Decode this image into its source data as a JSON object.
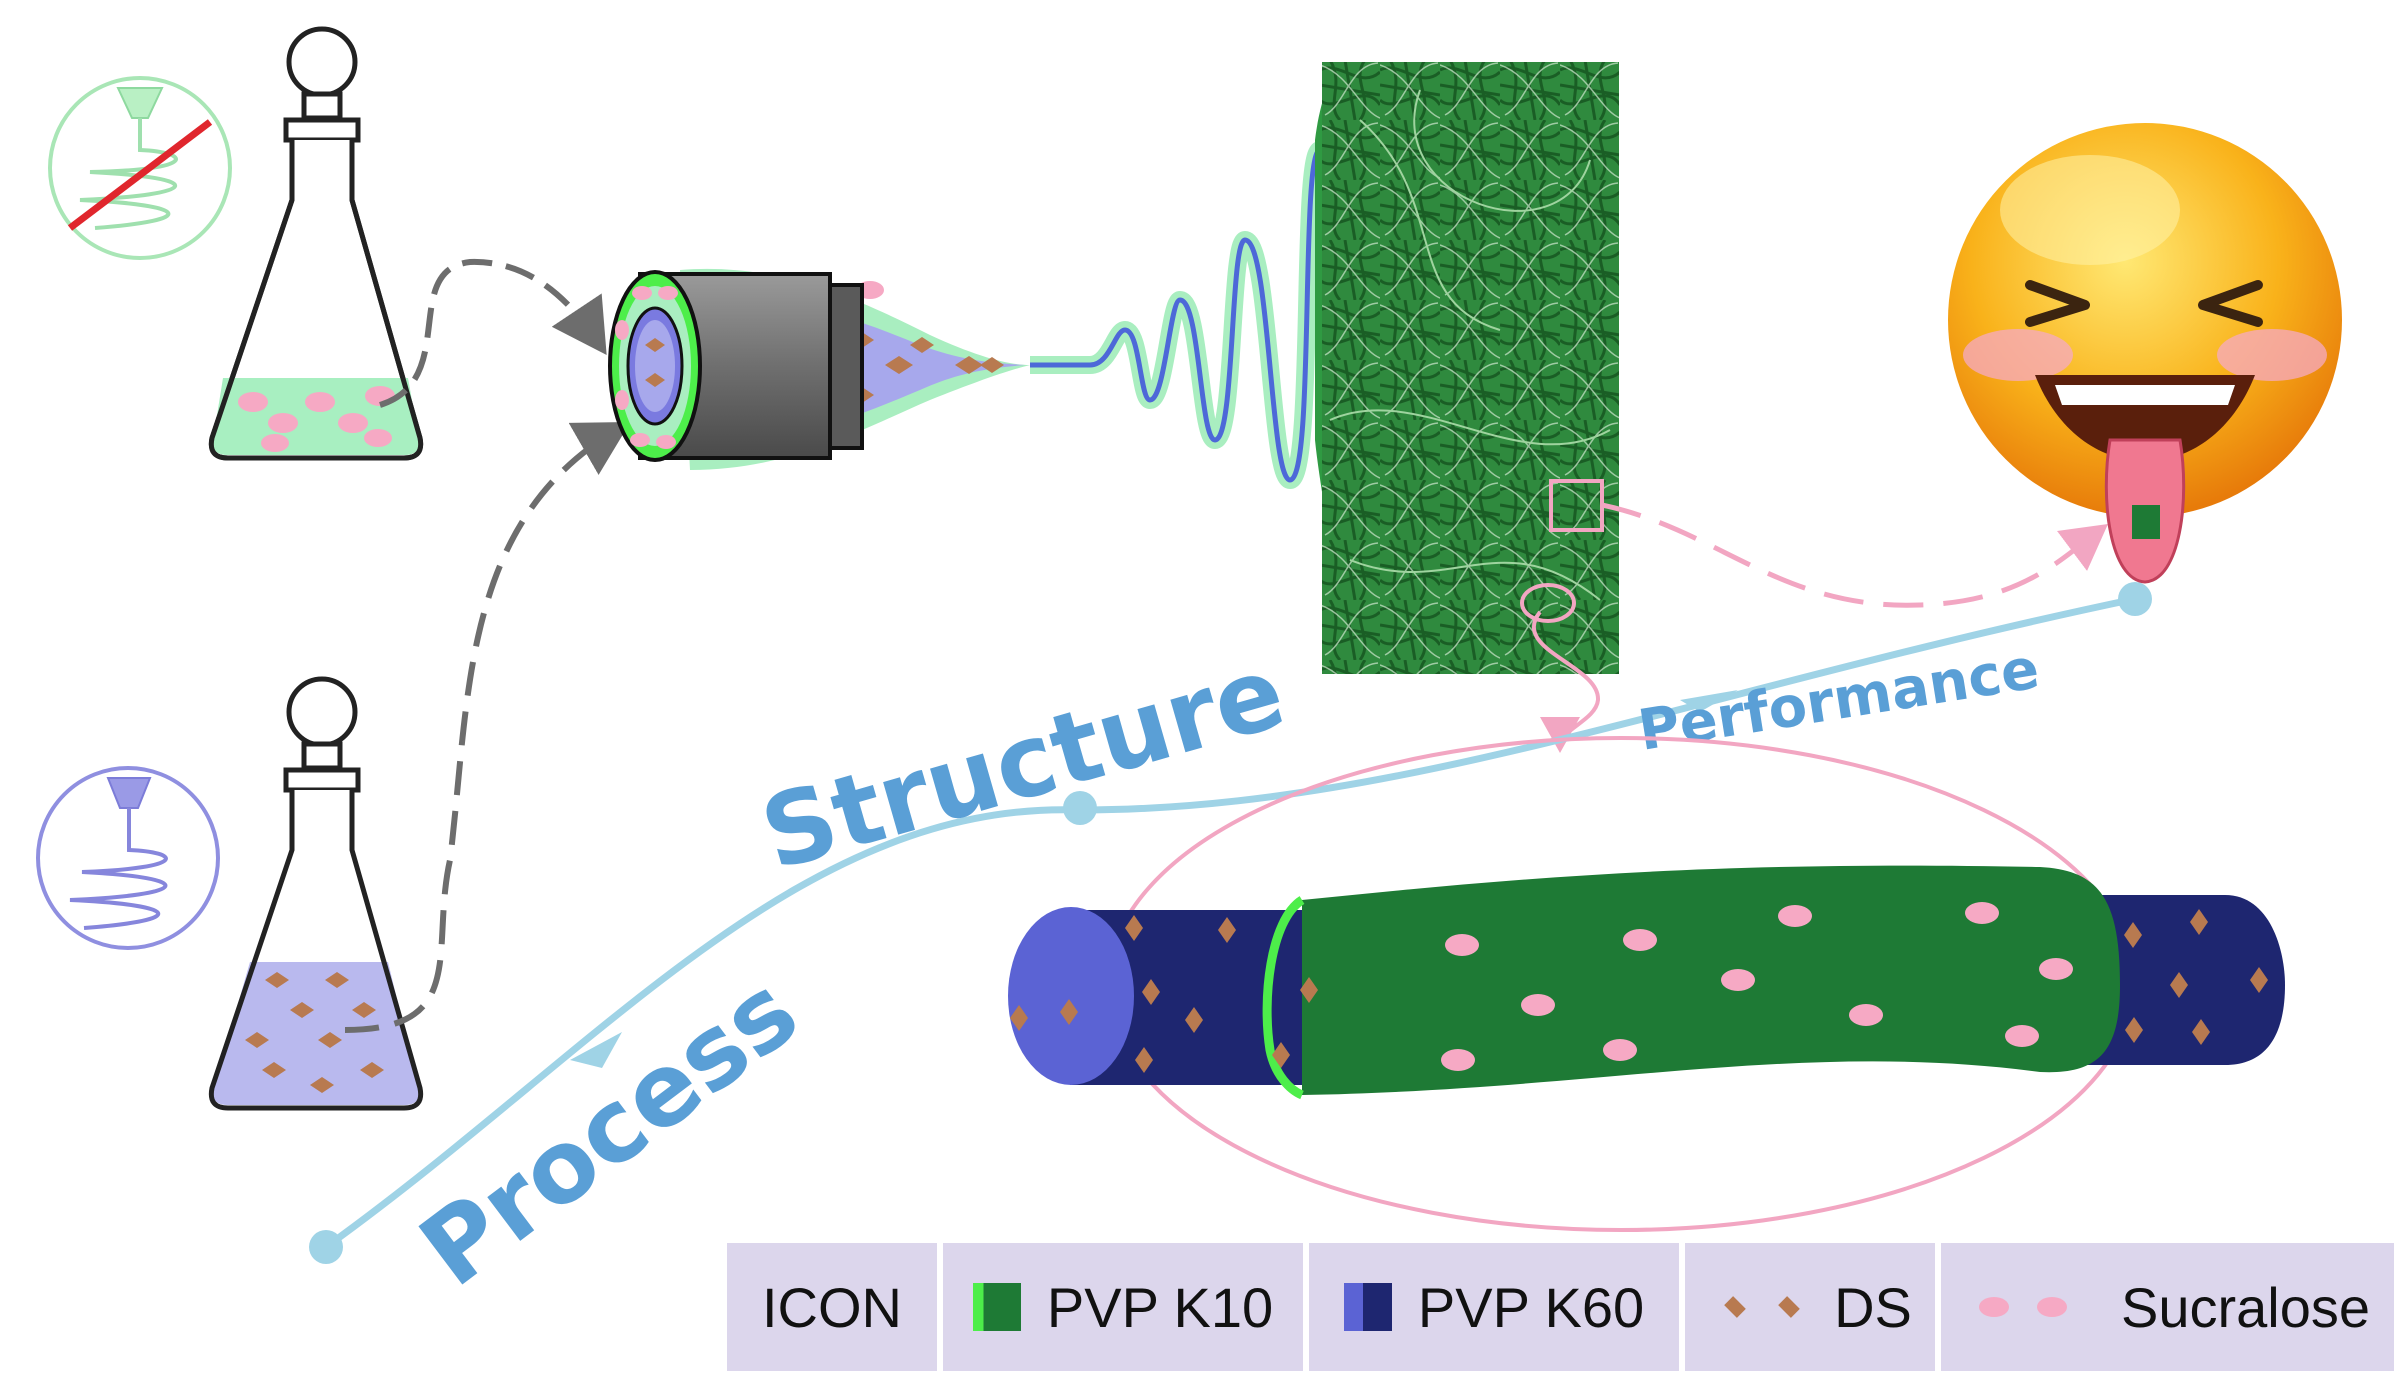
{
  "flow": {
    "process": "Process",
    "structure": "Structure",
    "performance": "Performance"
  },
  "legend": {
    "icon": "ICON",
    "pvp_k10": "PVP K10",
    "pvp_k60": "PVP K60",
    "ds": "DS",
    "sucralose": "Sucralose"
  },
  "colors": {
    "pvp_k10": "#1e7a35",
    "pvp_k10_edge": "#4dee4a",
    "pvp_k60": "#1e2670",
    "pvp_k60_face": "#5b63d4",
    "ds": "#b87a50",
    "sucralose": "#f6a9c4",
    "flow_line": "#9fd3e6",
    "flow_text": "#5a9fd6",
    "ellipse": "#f2a6c2"
  },
  "icons": [
    "flask-shell-solution",
    "flask-core-solution",
    "no-spin-icon",
    "spin-icon",
    "coaxial-spinneret",
    "fiber-mat",
    "happy-emoji"
  ]
}
